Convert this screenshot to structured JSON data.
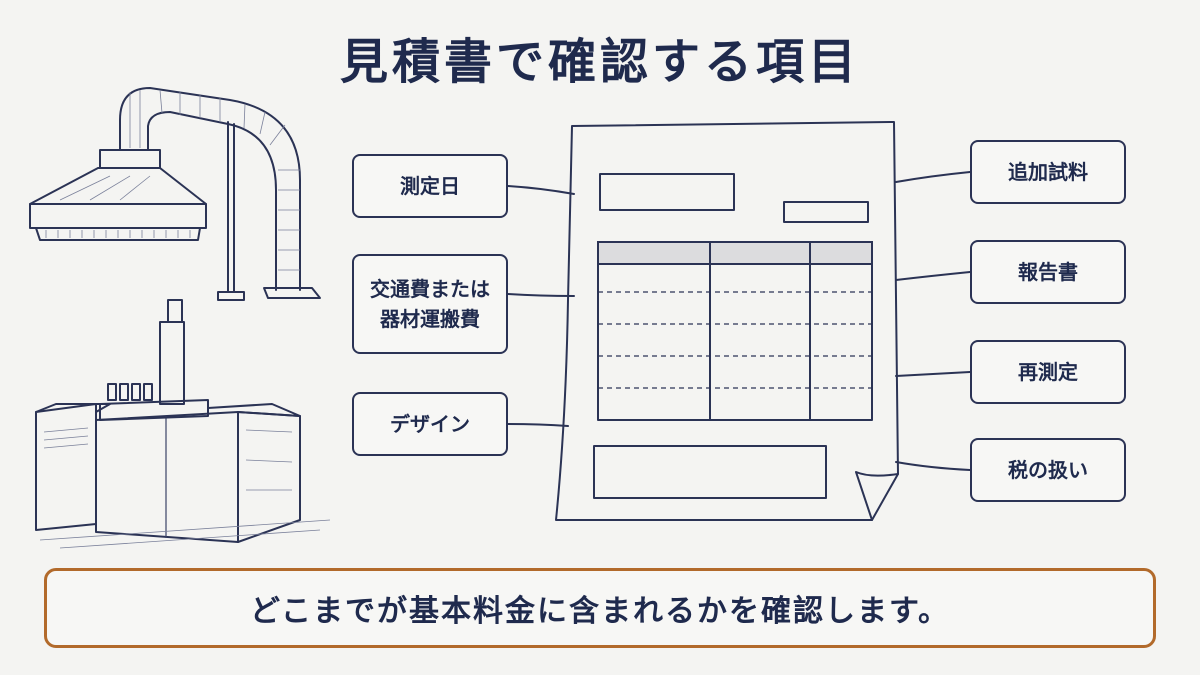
{
  "title": "見積書で確認する項目",
  "left_items": [
    {
      "label": "測定日"
    },
    {
      "label": "交通費または\n器材運搬費"
    },
    {
      "label": "デザイン"
    }
  ],
  "right_items": [
    {
      "label": "追加試料"
    },
    {
      "label": "報告書"
    },
    {
      "label": "再測定"
    },
    {
      "label": "税の扱い"
    }
  ],
  "footer_note": "どこまでが基本料金に含まれるかを確認します。",
  "colors": {
    "ink": "#2b3355",
    "background": "#f4f4f2",
    "accent_border": "#b26a2b"
  }
}
